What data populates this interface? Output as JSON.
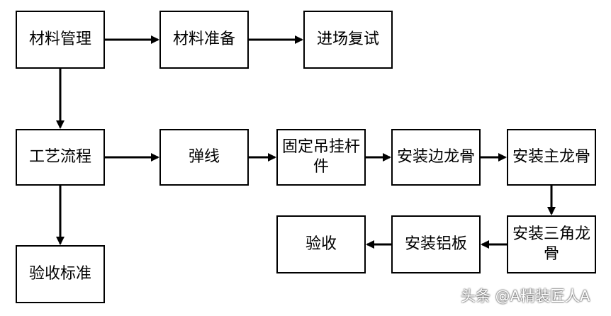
{
  "nodes": {
    "material_management": "材料管理",
    "material_preparation": "材料准备",
    "entry_retest": "进场复试",
    "process_flow": "工艺流程",
    "snap_line": "弹线",
    "fix_hangers": "固定吊挂杆件",
    "install_edge_keel": "安装边龙骨",
    "install_main_keel": "安装主龙骨",
    "install_triangle_keel": "安装三角龙骨",
    "install_aluminum_panel": "安装铝板",
    "acceptance": "验收",
    "acceptance_standard": "验收标准"
  },
  "edges": [
    [
      "material_management",
      "material_preparation"
    ],
    [
      "material_preparation",
      "entry_retest"
    ],
    [
      "material_management",
      "process_flow"
    ],
    [
      "process_flow",
      "snap_line"
    ],
    [
      "snap_line",
      "fix_hangers"
    ],
    [
      "fix_hangers",
      "install_edge_keel"
    ],
    [
      "install_edge_keel",
      "install_main_keel"
    ],
    [
      "install_main_keel",
      "install_triangle_keel"
    ],
    [
      "install_triangle_keel",
      "install_aluminum_panel"
    ],
    [
      "install_aluminum_panel",
      "acceptance"
    ],
    [
      "process_flow",
      "acceptance_standard"
    ]
  ],
  "watermark": "头条 @A精装匠人A",
  "colors": {
    "stroke": "#000000",
    "fill": "#ffffff",
    "text": "#000000"
  }
}
